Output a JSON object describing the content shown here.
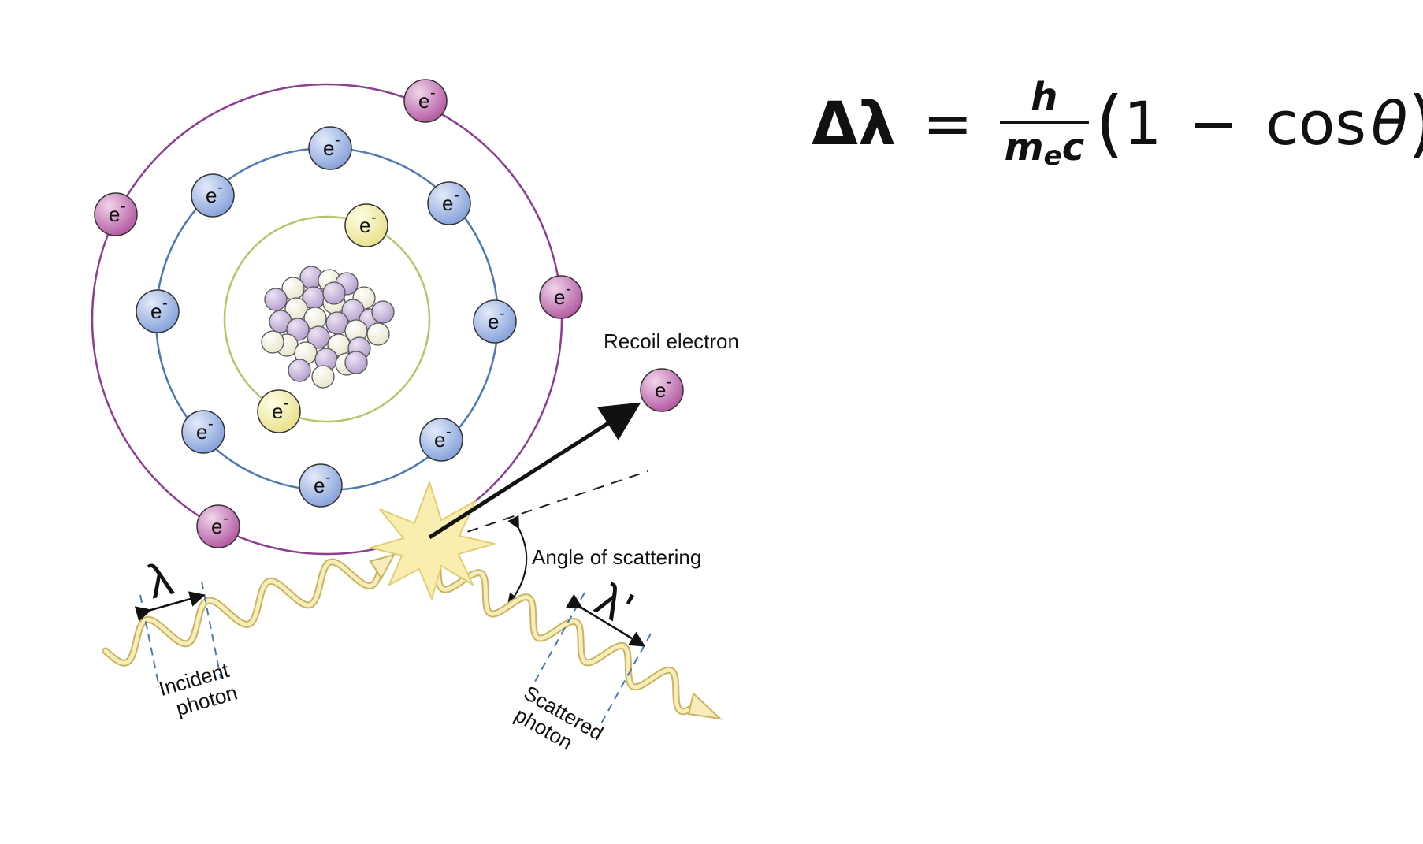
{
  "labels": {
    "electron": "e",
    "electron_charge": "-",
    "recoil_electron": "Recoil electron",
    "angle_of_scattering": "Angle of scattering",
    "incident_photon_line1": "Incident",
    "incident_photon_line2": "photon",
    "scattered_photon_line1": "Scattered",
    "scattered_photon_line2": "photon",
    "lambda": "λ",
    "lambda_prime": "λ'"
  },
  "formula": {
    "delta_lambda": "Δλ",
    "equals": "=",
    "numerator": "h",
    "denominator_m": "m",
    "denominator_sub": "e",
    "denominator_c": "c",
    "open_paren": "(",
    "one": "1",
    "minus": "−",
    "cos": "cos",
    "theta": "θ",
    "close_paren": ")"
  },
  "colors": {
    "inner_shell": "#b9c46a",
    "middle_shell": "#4d7bb0",
    "outer_shell": "#8a3f8f",
    "inner_electron": "#f4f0a8",
    "middle_electron": "#9fb6e4",
    "outer_electron": "#c478b4",
    "photon": "#f3e6a6",
    "photon_outline": "#c9b460",
    "nucleus_light": "#f6f4e2",
    "nucleus_purple": "#c8b8da"
  }
}
